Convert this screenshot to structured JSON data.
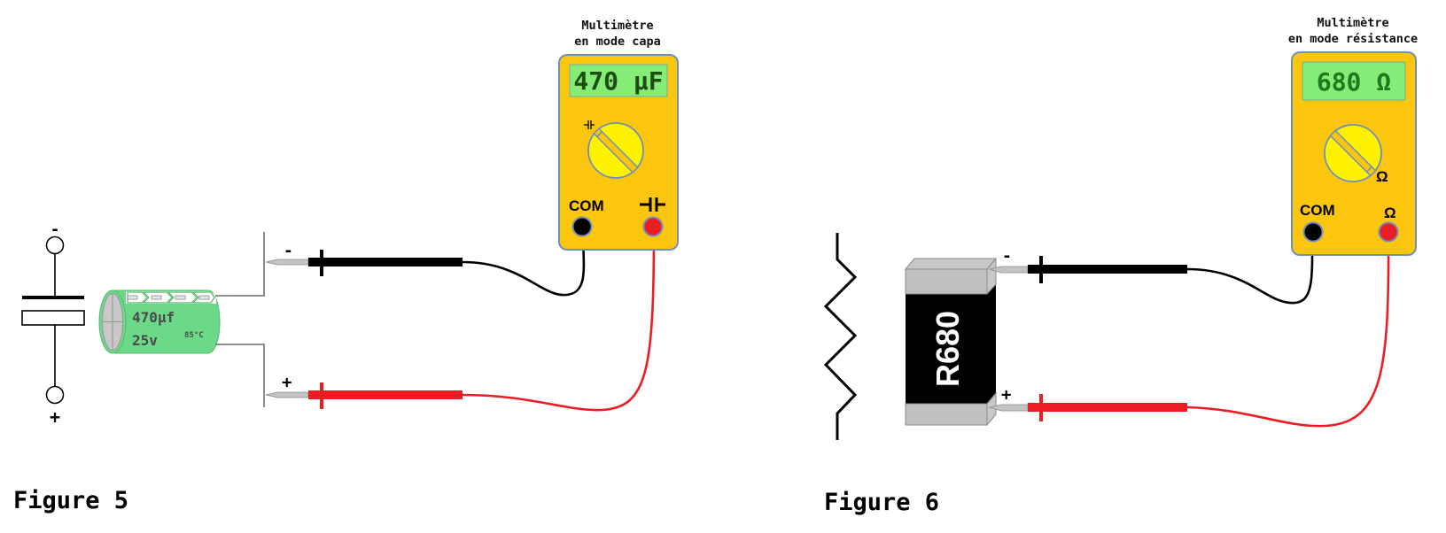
{
  "figures": [
    {
      "caption": "Figure 5",
      "multimeter": {
        "label_line1": "Multimètre",
        "label_line2": "en mode capa",
        "display": "470 µF",
        "dial_mode_icon": "capacitor-symbol",
        "com_label": "COM",
        "input_label": "capacitor-symbol"
      },
      "symbol": {
        "type": "capacitor",
        "top_terminal": "-",
        "bottom_terminal": "+"
      },
      "component": {
        "type": "electrolytic-capacitor",
        "value": "470µf",
        "voltage": "25v",
        "temperature": "85°C"
      },
      "probes": {
        "negative": "-",
        "positive": "+"
      }
    },
    {
      "caption": "Figure 6",
      "multimeter": {
        "label_line1": "Multimètre",
        "label_line2": "en mode résistance",
        "display": "680 Ω",
        "dial_mode_label": "Ω",
        "com_label": "COM",
        "input_label": "Ω"
      },
      "symbol": {
        "type": "resistor-zigzag"
      },
      "component": {
        "type": "smd-resistor",
        "marking": "R680"
      },
      "probes": {
        "negative": "-",
        "positive": "+"
      }
    }
  ],
  "colors": {
    "multimeter_body": "#fcc60e",
    "multimeter_border": "#6f8fbd",
    "display_bg": "#86ec78",
    "display_text_fig5": "#1d4d12",
    "display_text_fig6": "#1d7a1d",
    "knob": "#fff200",
    "probe_black": "#000000",
    "probe_red": "#ec1c24",
    "capacitor_green": "#6bd987",
    "resistor_cap": "#bfbfbf"
  }
}
